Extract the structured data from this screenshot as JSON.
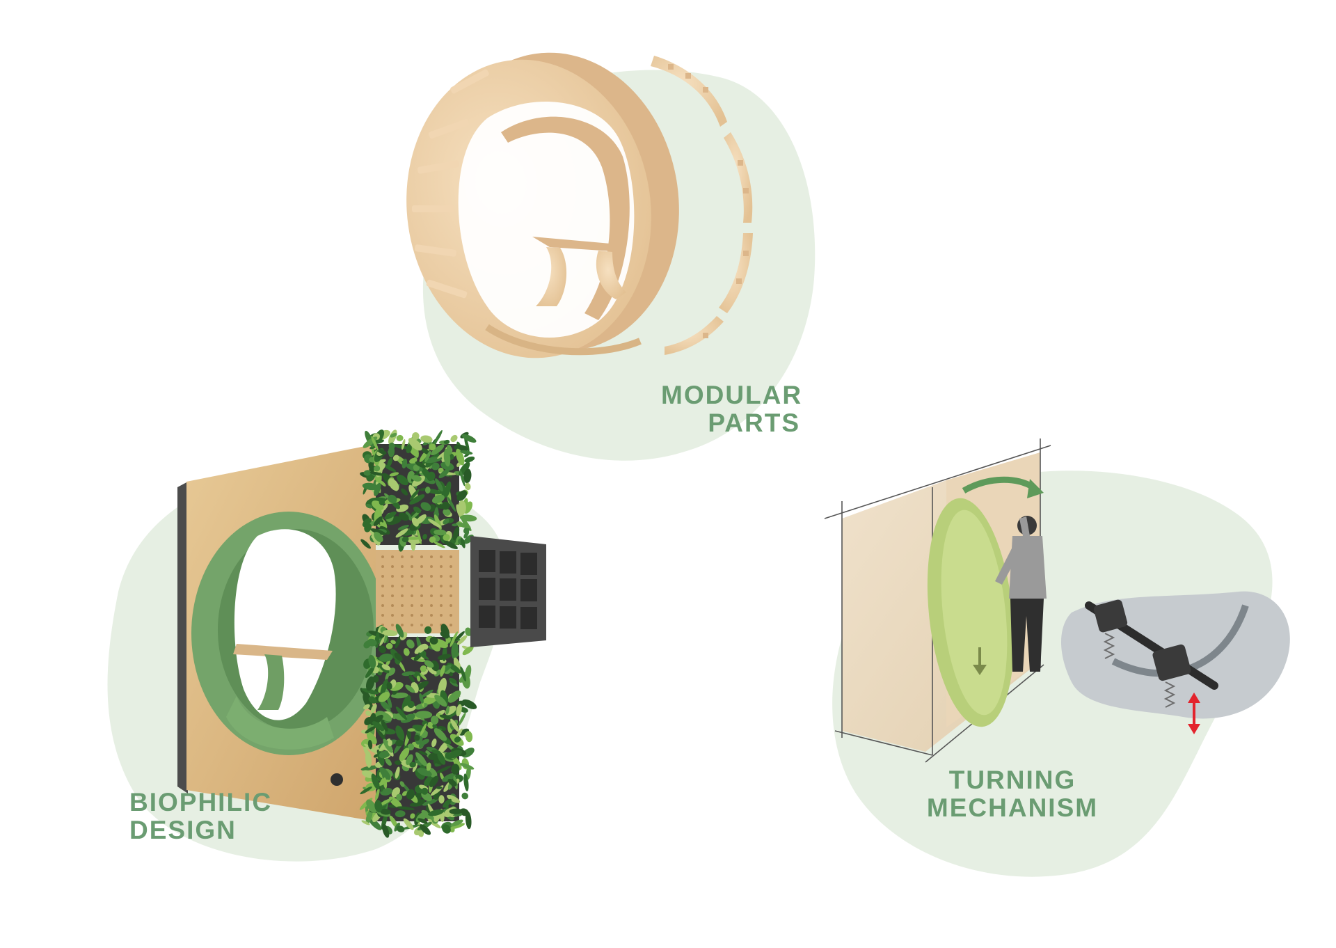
{
  "colors": {
    "blob": "#e6efe3",
    "label": "#6a9c72",
    "wood": "#f1d6b2",
    "wood_dark": "#dcb68a",
    "green_liner": "#6f9e64",
    "plants": "#3f7f3a",
    "dark_panel": "#4a4a4a",
    "arrow_red": "#e3232c",
    "arrow_green": "#5e9a5a"
  },
  "panels": [
    {
      "id": "modular",
      "label_lines": [
        "MODULAR",
        "PARTS"
      ],
      "illustration": "modular-pod-exploded-icon"
    },
    {
      "id": "biophilic",
      "label_lines": [
        "BIOPHILIC",
        "DESIGN"
      ],
      "illustration": "biophilic-pod-icon"
    },
    {
      "id": "turning",
      "label_lines": [
        "TURNING",
        "MECHANISM"
      ],
      "illustration": "turning-mechanism-icon"
    }
  ]
}
